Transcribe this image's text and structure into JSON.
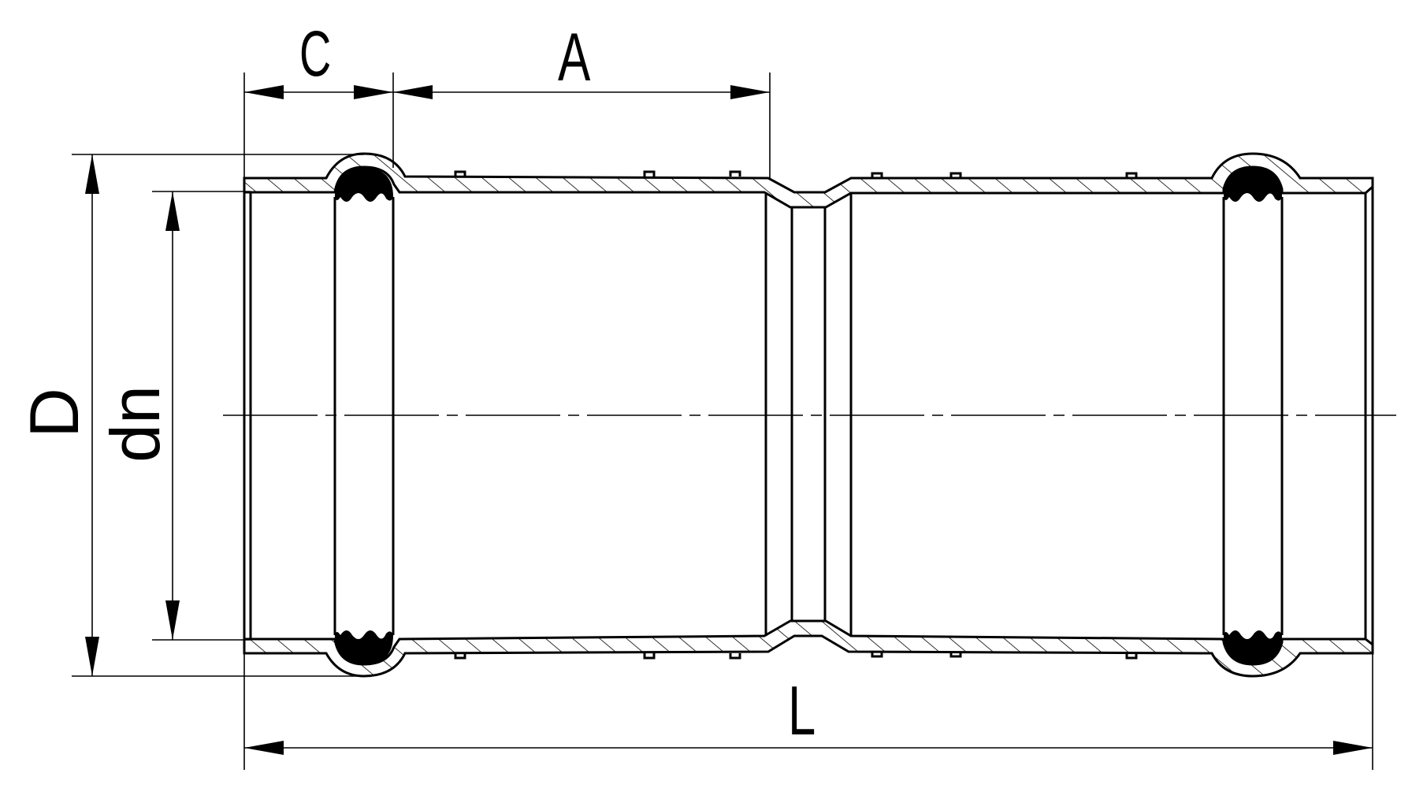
{
  "drawing": {
    "title": "Double socket pipe coupling with sealing rings - sectional view",
    "type": "technical-drawing",
    "colors": {
      "line": "#000000",
      "background": "#ffffff",
      "seal": "#000000"
    }
  },
  "dimensions": {
    "C": {
      "label": "C",
      "description": "socket sealing zone length"
    },
    "A": {
      "label": "A",
      "description": "insertion depth"
    },
    "D": {
      "label": "D",
      "description": "outer diameter"
    },
    "dn": {
      "label": "dn",
      "description": "nominal diameter"
    },
    "L": {
      "label": "L",
      "description": "overall length"
    }
  }
}
